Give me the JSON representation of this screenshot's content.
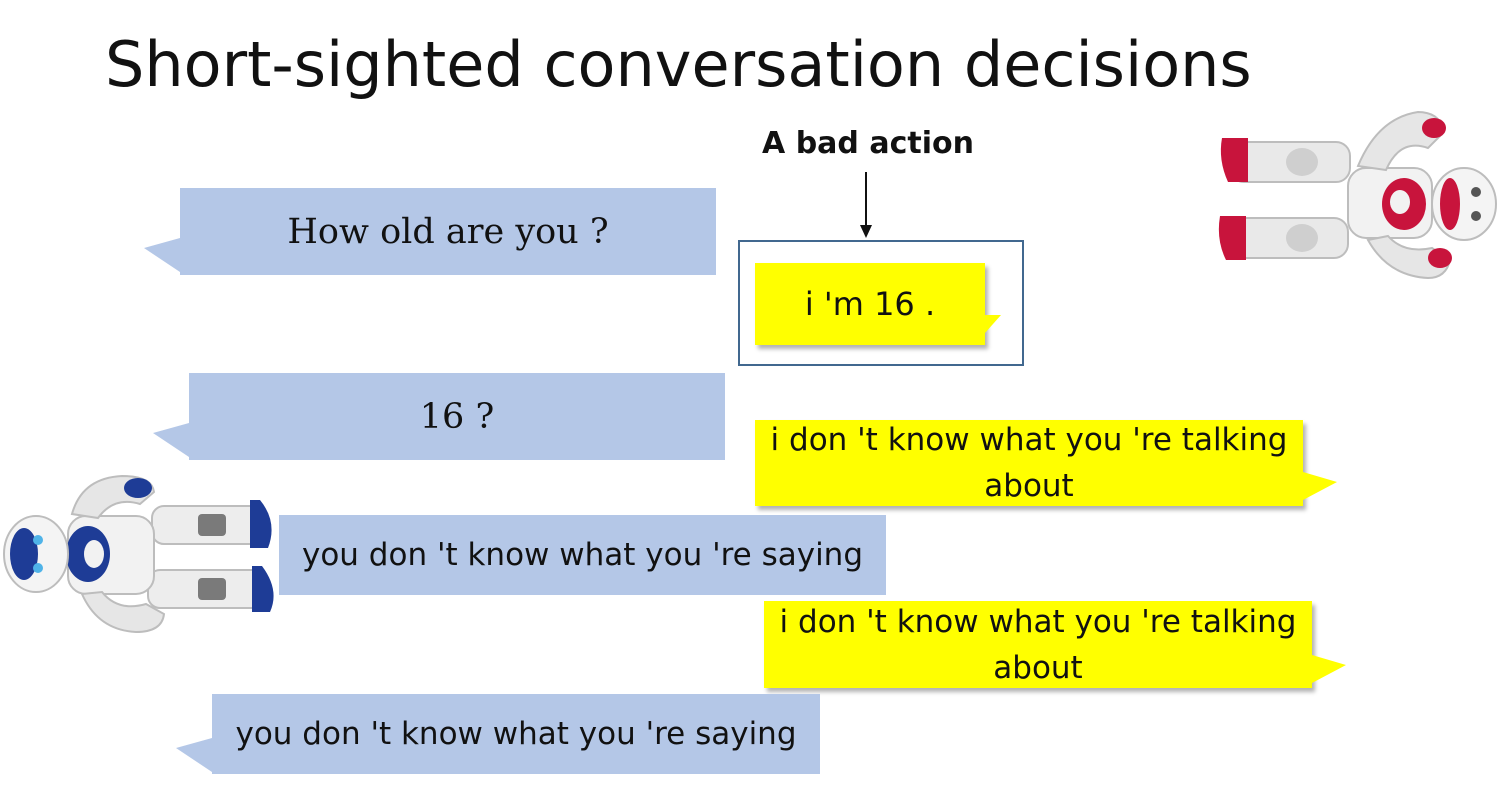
{
  "slide": {
    "title": "Short-sighted conversation decisions",
    "annotation": "A bad action"
  },
  "messages": [
    {
      "speaker": "human",
      "text": "How old are you ?"
    },
    {
      "speaker": "bot",
      "text": "i 'm 16 ."
    },
    {
      "speaker": "human",
      "text": "16 ?"
    },
    {
      "speaker": "bot",
      "text": "i don 't know what you 're talking about"
    },
    {
      "speaker": "human",
      "text": "you don 't know what you 're saying"
    },
    {
      "speaker": "bot",
      "text": "i don 't know what you 're talking about"
    },
    {
      "speaker": "human",
      "text": "you don 't know what you 're saying"
    }
  ],
  "colors": {
    "human_bubble": "#b4c7e7",
    "bot_bubble": "#ffff00",
    "highlight_border": "#41688f",
    "robot_red": "#c8143c",
    "robot_blue": "#1e3c96"
  },
  "icons": [
    "robot-red-icon",
    "robot-blue-icon",
    "down-arrow-icon"
  ]
}
